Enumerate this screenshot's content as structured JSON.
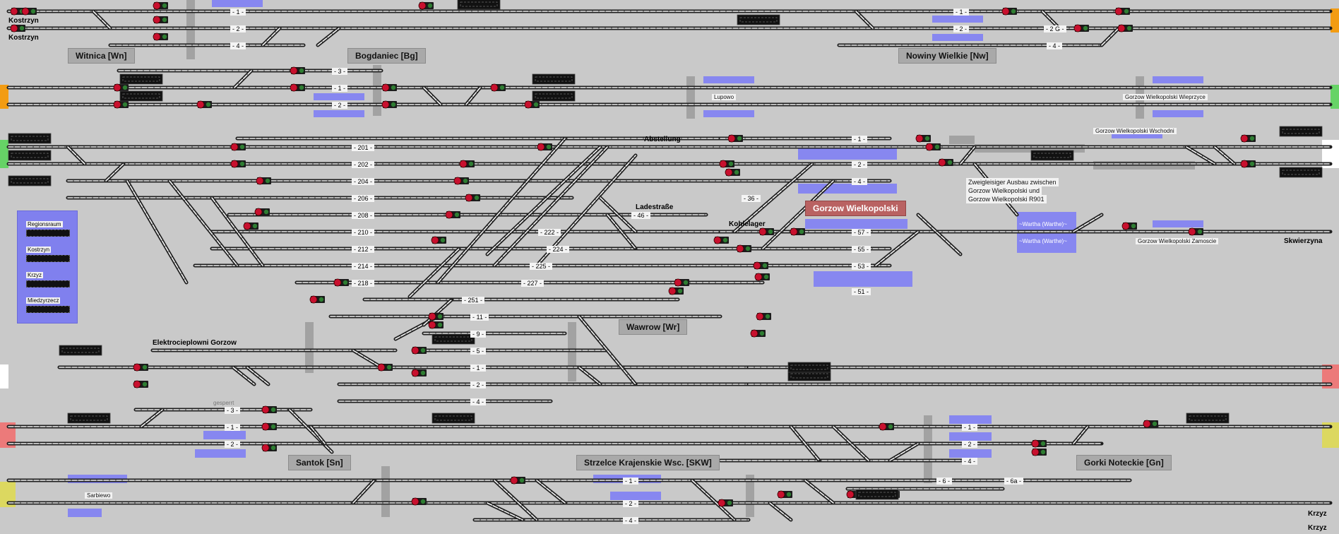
{
  "terminals": {
    "kostrzyn_top": "Kostrzyn",
    "kostrzyn_bottom": "Kostrzyn",
    "skwierzyna": "Skwierzyna",
    "krzyz_top": "Krzyz",
    "krzyz_bottom": "Krzyz"
  },
  "stations": {
    "witnica": "Witnica [Wn]",
    "bogdaniec": "Bogdaniec [Bg]",
    "nowiny": "Nowiny Wielkie [Nw]",
    "gorzow": "Gorzow Wielkopolski",
    "wawrow": "Wawrow [Wr]",
    "santok": "Santok [Sn]",
    "strzelce": "Strzelce Krajenskie Wsc. [SKW]",
    "gorki": "Gorki Noteckie [Gn]"
  },
  "places": {
    "abstellung": "Abstellung",
    "ladestrasse": "Ladestraße",
    "kohlelager": "Kohlelager",
    "elektro": "Elektrocieplowni Gorzow",
    "lupowo": "Lupowo",
    "wieprzyce": "Gorzow Wielkopolski Wieprzyce",
    "wschodni": "Gorzow Wielkopolski Wschodni",
    "zamoscie": "Gorzow Wielkopolski Zamoscie",
    "sarbiewo": "Sarbiewo",
    "wartha1": "~Wartha (Warthe)~",
    "wartha2": "~Wartha (Warthe)~",
    "gesperrt": "gesperrt"
  },
  "note": [
    "Zweigleisiger Ausbau zwischen",
    "Gorzow Wielkopolski und",
    "Gorzow Wielkopolski R901"
  ],
  "panel": {
    "items": [
      "Regionsraum",
      "Kostrzyn",
      "Krzyz",
      "Miedzyrzecz"
    ]
  },
  "track_numbers": {
    "wn1": "1",
    "wn2": "2",
    "wn4": "4",
    "bg3": "3",
    "bg1": "1",
    "bg2": "2",
    "nw1": "1",
    "nw2": "2",
    "nw2g": "2 G",
    "nw4": "4",
    "g201": "201",
    "g202": "202",
    "g204": "204",
    "g206": "206",
    "g208": "208",
    "g210": "210",
    "g212": "212",
    "g214": "214",
    "g218": "218",
    "g222": "222",
    "g224": "224",
    "g225": "225",
    "g227": "227",
    "g251": "251",
    "g36": "36",
    "g46": "46",
    "e1": "1",
    "e2": "2",
    "e4": "4",
    "p57": "57",
    "p55": "55",
    "p53": "53",
    "p51": "51",
    "wr11": "11",
    "wr9": "9",
    "wr5": "5",
    "wr1": "1",
    "wr2": "2",
    "wr4": "4",
    "sn3": "3",
    "sn1": "1",
    "sn2": "2",
    "sk1": "1",
    "sk2": "2",
    "sk4": "4",
    "gn1": "1",
    "gn2": "2",
    "gn4": "4",
    "gn6": "6",
    "gn6a": "6a"
  },
  "colors": {
    "background": "#c9c9c9",
    "track": "#f4f4f4",
    "track_border": "#1e1e1e",
    "signal_red": "#c8102e",
    "signal_green": "#2e7d32",
    "lane_orange": "#f39c12",
    "lane_green": "#66d366",
    "lane_pink": "#ec7a7a",
    "lane_yellow": "#dcd860",
    "block_blue": "#8787f0"
  }
}
